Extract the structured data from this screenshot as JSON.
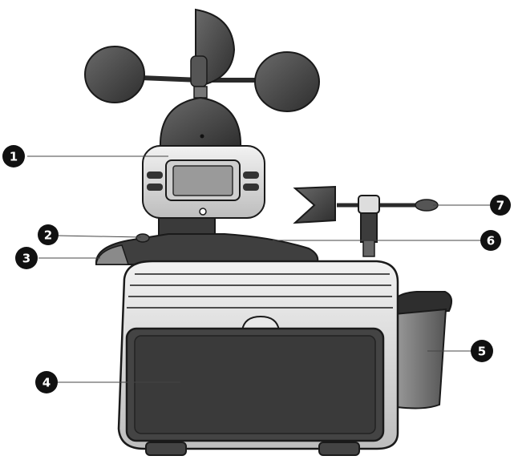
{
  "callouts": [
    {
      "label": "1"
    },
    {
      "label": "2"
    },
    {
      "label": "3"
    },
    {
      "label": "4"
    },
    {
      "label": "5"
    },
    {
      "label": "6"
    },
    {
      "label": "7"
    }
  ],
  "colors": {
    "outline": "#1a1a1a",
    "dark": "#3c3c3c",
    "mid": "#6b6b6b",
    "light": "#d9d9d9",
    "pale": "#eeeeee",
    "background": "#ffffff"
  }
}
